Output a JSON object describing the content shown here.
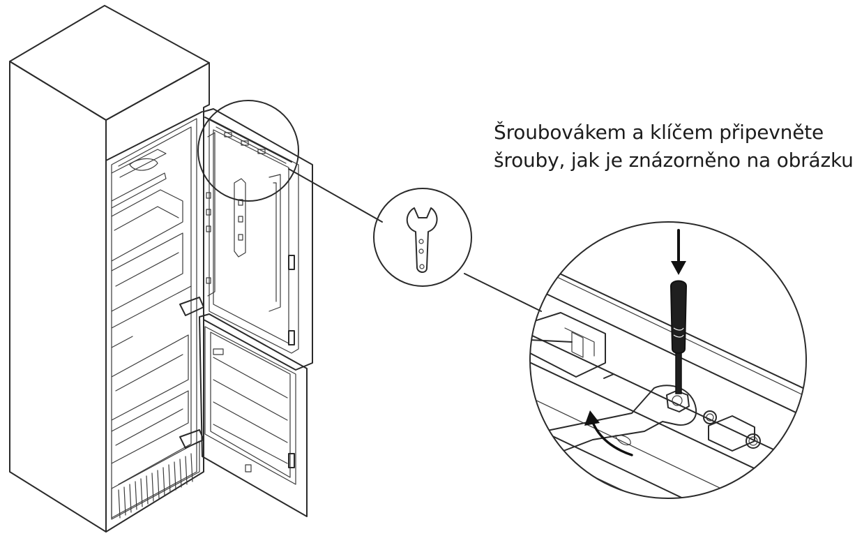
{
  "instruction": {
    "line1": "Šroubovákem a klíčem připevněte",
    "line2": "šrouby, jak je znázorněno na obrázku."
  },
  "figure": {
    "subject": "fridge-hinge-installation",
    "icons": [
      "wrench-icon",
      "screwdriver-icon",
      "direction-arrow-down-icon",
      "rotation-arrow-icon"
    ]
  }
}
